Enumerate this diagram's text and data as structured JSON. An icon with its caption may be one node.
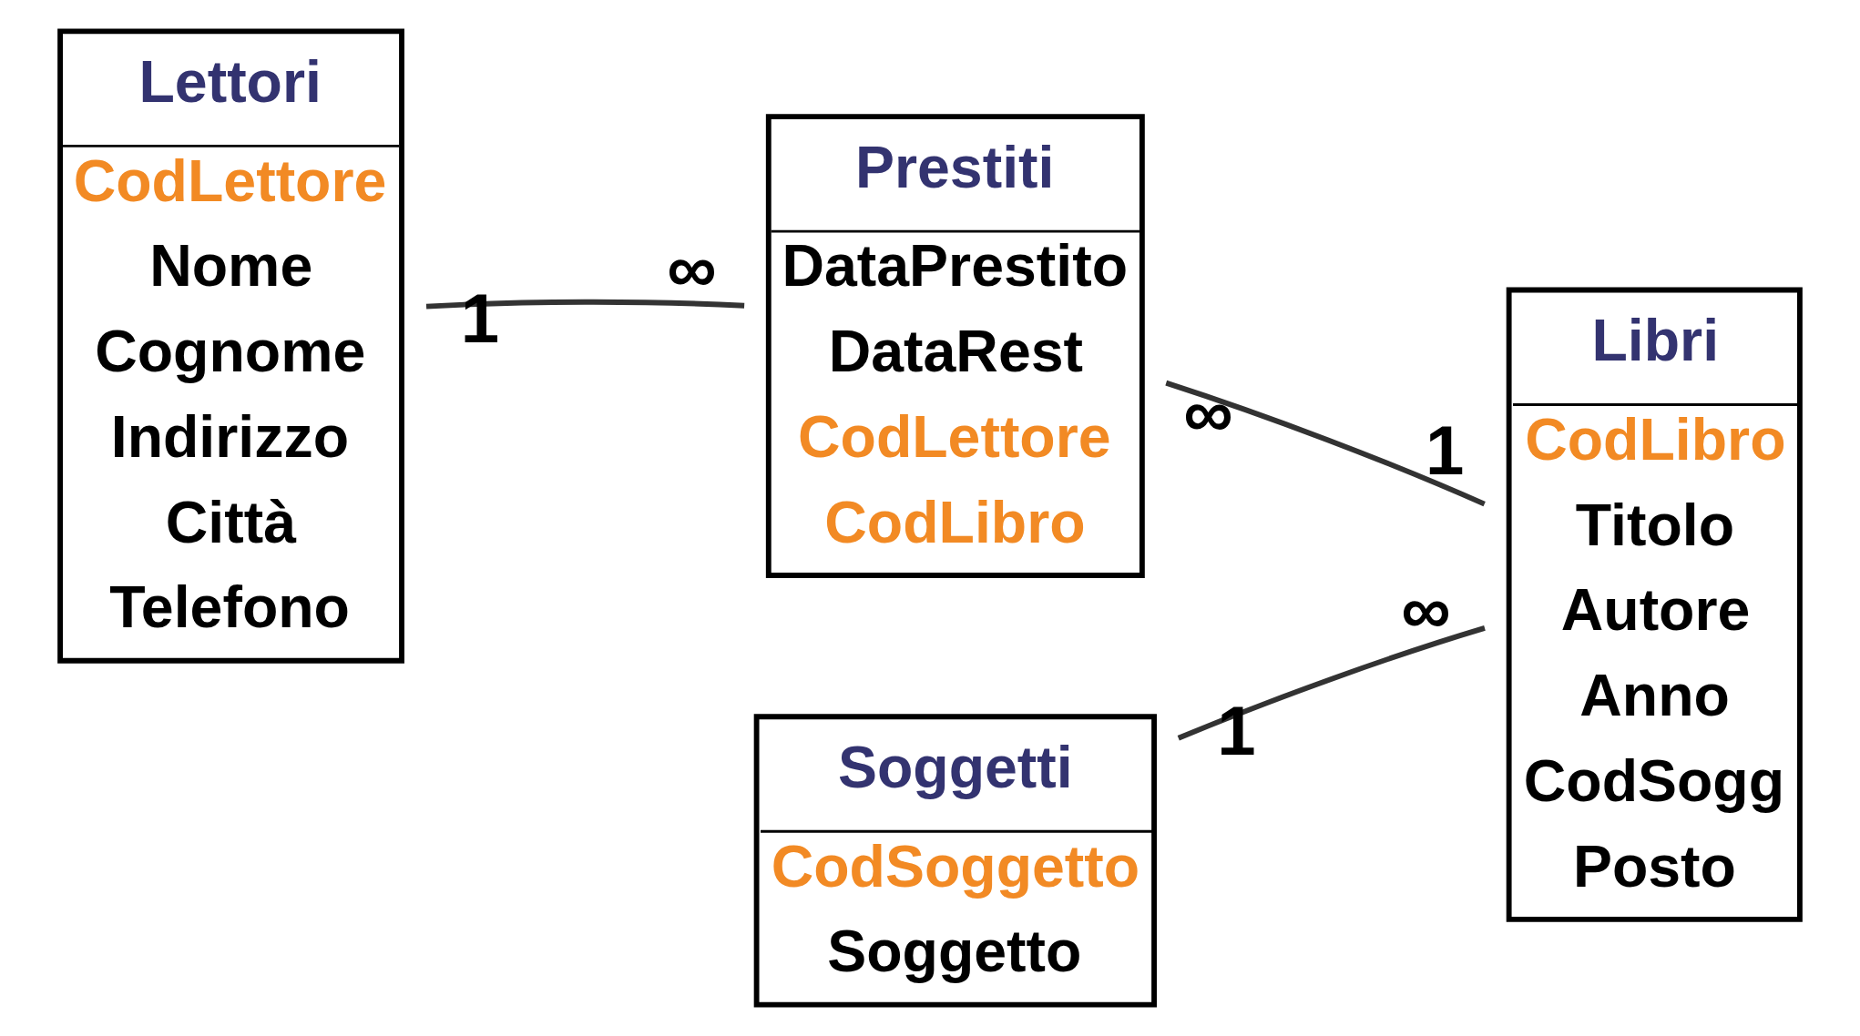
{
  "diagram": {
    "nodes": [
      {
        "text": [
          "Lettori",
          "CodLettore",
          "Nome",
          "Cognome",
          "Indirizzo",
          "Città",
          "Telefono"
        ]
      },
      {
        "text": [
          "Prestiti",
          "DataPrestito",
          "DataRest",
          "CodLettore",
          "CodLibro"
        ]
      },
      {
        "text": [
          "Libri",
          "CodLibro",
          "Titolo",
          "Autore",
          "Anno",
          "CodSogg",
          "Posto"
        ]
      },
      {
        "text": [
          "Soggetti",
          "CodSoggetto",
          "Soggetto"
        ]
      }
    ],
    "edges": [
      {
        "from": 0,
        "to": 1,
        "arrow": "none"
      },
      {
        "from": 2,
        "to": 1,
        "arrow": "none"
      },
      {
        "from": 3,
        "to": 2,
        "arrow": "none"
      }
    ],
    "labels": [
      "1",
      "1",
      "∞",
      "∞",
      "∞",
      "1"
    ]
  }
}
